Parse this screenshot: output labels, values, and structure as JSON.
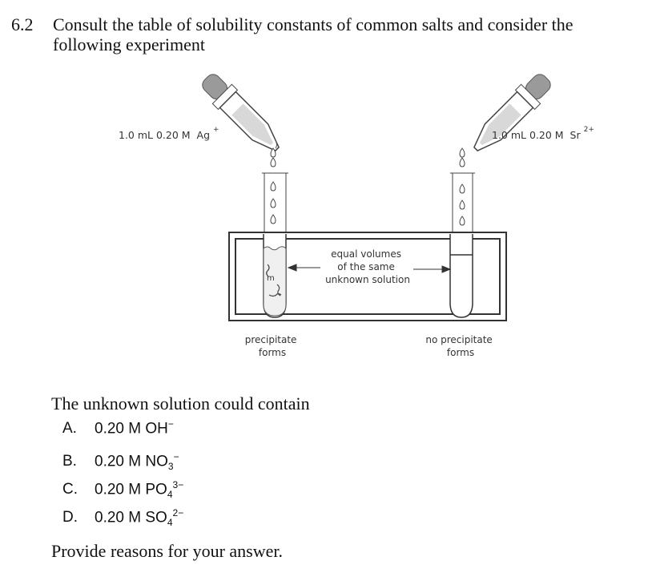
{
  "question": {
    "number": "6.2",
    "text": "Consult the table of solubility constants of common salts and consider the following experiment"
  },
  "figure": {
    "left_reagent": {
      "amount": "1.0 mL 0.20 M",
      "ion": "Ag",
      "charge": "+"
    },
    "right_reagent": {
      "amount": "1.0 mL 0.20 M",
      "ion": "Sr",
      "charge": "2+"
    },
    "center_label": [
      "equal volumes",
      "of the same",
      "unknown solution"
    ],
    "left_result": [
      "precipitate",
      "forms"
    ],
    "right_result": [
      "no precipitate",
      "forms"
    ]
  },
  "stem": "The unknown solution could contain",
  "options": [
    {
      "letter": "A.",
      "conc": "0.20 M",
      "formula": "OH",
      "sub": "",
      "sup": "−"
    },
    {
      "letter": "B.",
      "conc": "0.20 M",
      "formula": "NO",
      "sub": "3",
      "sup": "−"
    },
    {
      "letter": "C.",
      "conc": "0.20 M",
      "formula": "PO",
      "sub": "4",
      "sup": "3−"
    },
    {
      "letter": "D.",
      "conc": "0.20 M",
      "formula": "SO",
      "sub": "4",
      "sup": "2−"
    }
  ],
  "closing": "Provide reasons for your answer."
}
